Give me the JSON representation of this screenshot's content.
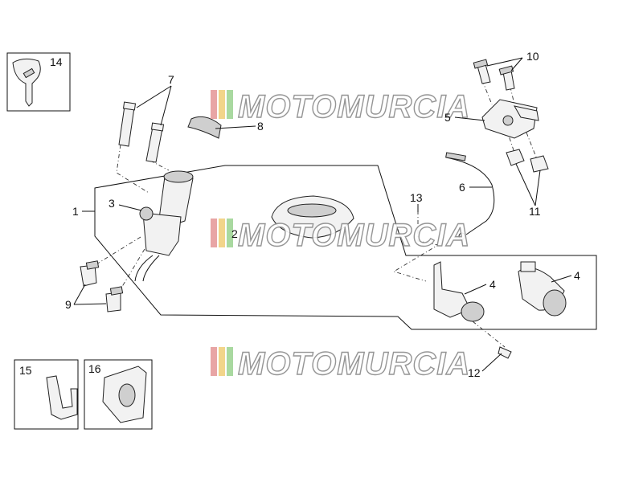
{
  "callouts": {
    "c1": "1",
    "c2": "2",
    "c3": "3",
    "c4a": "4",
    "c4b": "4",
    "c5": "5",
    "c6": "6",
    "c7": "7",
    "c8": "8",
    "c9": "9",
    "c10": "10",
    "c11": "11",
    "c12": "12",
    "c13": "13",
    "c14": "14",
    "c15": "15",
    "c16": "16"
  },
  "watermark": {
    "text": "MOTOMURCIA",
    "stripe_colors": [
      "#e8a5a5",
      "#f2d58a",
      "#a9d9a0"
    ]
  },
  "colors": {
    "line": "#111111",
    "part_fill": "#f2f2f2",
    "part_dark": "#cfcfcf"
  }
}
